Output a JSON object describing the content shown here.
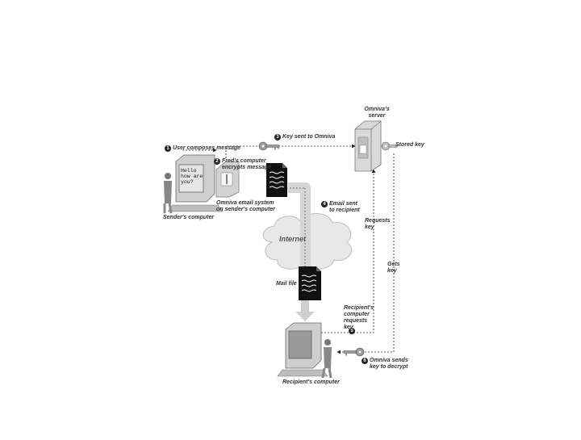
{
  "labels": {
    "omniva_server": "Omniva's server",
    "stored_key": "Stored key",
    "sender_computer": "Sender's computer",
    "internet": "Internet",
    "mail_file": "Mail file",
    "recipient_computer": "Recipient's computer",
    "omniva_email_system": "Omniva email system on sender's computer",
    "requests_key": "Requests key",
    "gets_key": "Gets key"
  },
  "steps": [
    {
      "num": "1",
      "text": "User composes message"
    },
    {
      "num": "2",
      "text": "Fred's computer encrypts message"
    },
    {
      "num": "3",
      "text": "Key sent to Omniva"
    },
    {
      "num": "4",
      "text": "Email sent to recipient"
    },
    {
      "num": "5",
      "text": "Recipient's computer requests key"
    },
    {
      "num": "6",
      "text": "Omniva sends key to decrypt"
    }
  ],
  "screen_text": "Hello\nhow are\nyou?"
}
